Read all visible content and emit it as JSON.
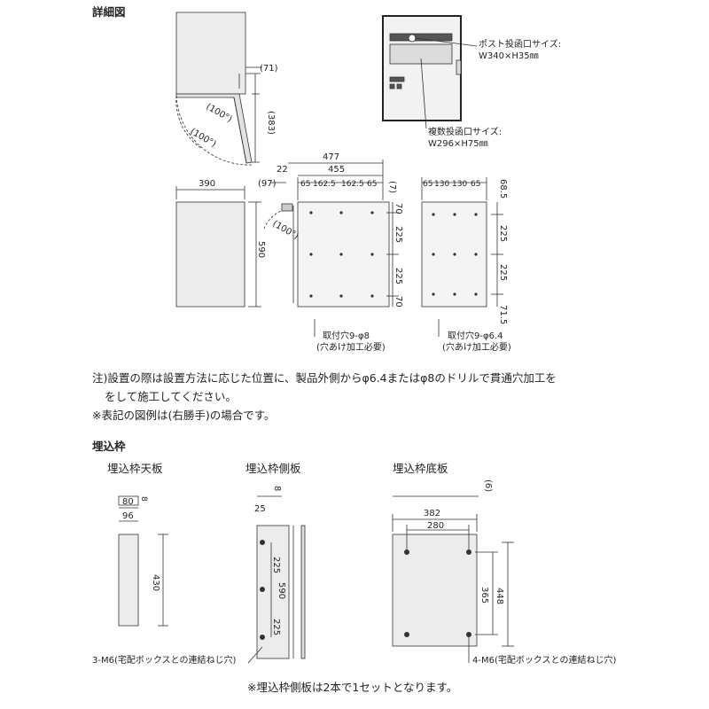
{
  "titles": {
    "detail": "詳細図",
    "frame": "埋込枠",
    "frame_top": "埋込枠天板",
    "frame_side": "埋込枠側板",
    "frame_bottom": "埋込枠底板"
  },
  "callouts": {
    "post_slot": "ポスト投函口サイズ:",
    "post_slot_size": "W340×H35㎜",
    "multi_slot": "複数投函口サイズ:",
    "multi_slot_size": "W296×H75㎜",
    "holes_8": "取付穴9-φ8",
    "holes_8_note": "(穴あけ加工必要)",
    "holes_64": "取付穴9-φ6.4",
    "holes_64_note": "(穴あけ加工必要)",
    "m6_left": "3-M6(宅配ボックスとの連結ねじ穴)",
    "m6_right": "4-M6(宅配ボックスとの連結ねじ穴)"
  },
  "notes": {
    "note1": "注)設置の際は設置方法に応じた位置に、製品外側からφ6.4またはφ8のドリルで貫通穴加工を",
    "note1b": "をして施工してください。",
    "note2": "※表記の図例は(右勝手)の場合です。",
    "note3": "※埋込枠側板は2本で1セットとなります。"
  },
  "dims": {
    "d71": "(71)",
    "d383": "(383)",
    "a100a": "(100°)",
    "a100b": "(100°)",
    "d477": "477",
    "d455": "455",
    "d22": "22",
    "d97": "(97)",
    "d65a": "65",
    "d1625a": "162.5",
    "d1625b": "162.5",
    "d65b": "65",
    "d7": "(7)",
    "d390": "390",
    "d590": "590",
    "a100c": "(100°)",
    "d70a": "70",
    "d225a": "225",
    "d225b": "225",
    "d70b": "70",
    "r65a": "65",
    "r130a": "130",
    "r130b": "130",
    "r65b": "65",
    "r685": "68.5",
    "r225a": "225",
    "r225b": "225",
    "r715": "71.5",
    "t80": "80",
    "t96": "96",
    "t8": "8",
    "t430": "430",
    "s8": "8",
    "s25": "25",
    "s225a": "225",
    "s225b": "225",
    "s590": "590",
    "b6": "(6)",
    "b382": "382",
    "b280": "280",
    "b365": "365",
    "b448": "448"
  }
}
